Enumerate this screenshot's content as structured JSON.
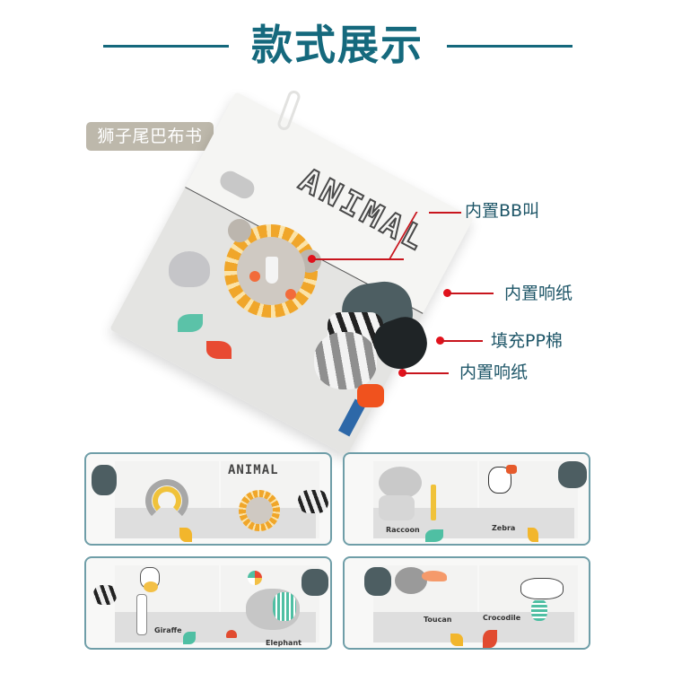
{
  "header": {
    "title": "款式展示",
    "accent_color": "#15697d"
  },
  "product": {
    "tag_label": "狮子尾巴布书",
    "tag_color": "#bdb8ab",
    "book_cover_word": "ANIMAL",
    "callouts": [
      {
        "label": "内置BB叫"
      },
      {
        "label": "内置响纸"
      },
      {
        "label": "填充PP棉"
      },
      {
        "label": "内置响纸"
      }
    ],
    "callout_color": "#c8151d"
  },
  "thumbnails": [
    {
      "title": "ANIMAL",
      "left_name": "",
      "right_name": ""
    },
    {
      "title": "",
      "left_name": "Raccoon",
      "right_name": "Zebra"
    },
    {
      "title": "",
      "left_name": "Giraffe",
      "right_name": "Elephant"
    },
    {
      "title": "",
      "left_name": "Toucan",
      "right_name": "Crocodile"
    }
  ]
}
